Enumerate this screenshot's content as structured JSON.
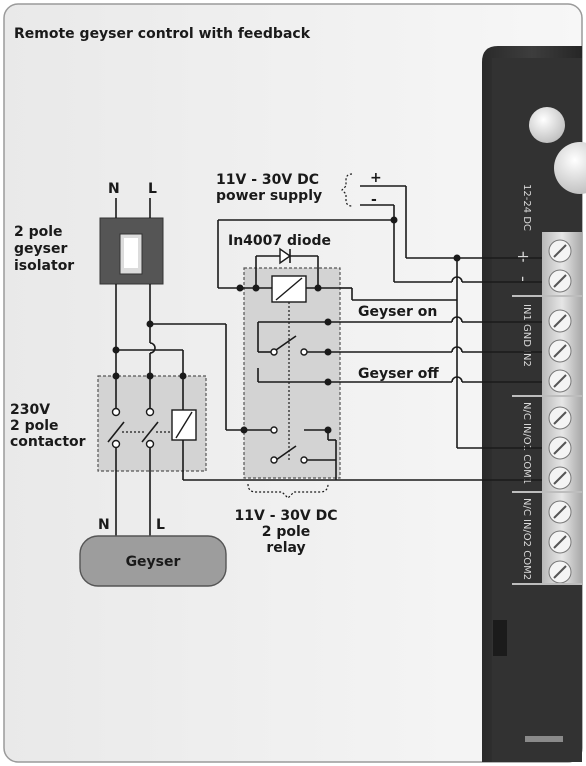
{
  "diagram": {
    "title": "Remote geyser control with feedback",
    "isolator": {
      "label_lines": [
        "2 pole",
        "geyser",
        "isolator"
      ],
      "pole_n": "N",
      "pole_l": "L"
    },
    "contactor": {
      "label_lines": [
        "230V",
        "2 pole",
        "contactor"
      ]
    },
    "geyser": {
      "label": "Geyser",
      "pole_n": "N",
      "pole_l": "L"
    },
    "power_supply": {
      "label_lines": [
        "11V - 30V DC",
        "power supply"
      ],
      "plus": "+",
      "minus": "-"
    },
    "diode": {
      "label": "In4007 diode"
    },
    "relay": {
      "label_lines": [
        "11V - 30V DC",
        "2 pole",
        "relay"
      ]
    },
    "signals": {
      "geyser_on": "Geyser on",
      "geyser_off": "Geyser off"
    },
    "device_terminals": {
      "power": "12-24 DC",
      "plus": "+",
      "minus": "-",
      "inputs": "IN1 GND IN2",
      "output1": "N/C IN/O1 COM1",
      "output2": "N/C IN/O2 COM2"
    }
  }
}
